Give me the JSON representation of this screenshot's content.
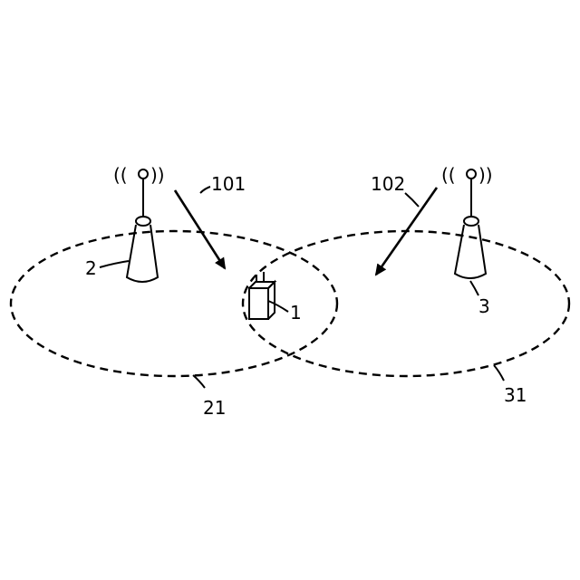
{
  "labels": {
    "terminal": "1",
    "base_station_a": "2",
    "base_station_b": "3",
    "coverage_a": "21",
    "coverage_b": "31",
    "signal_a": "101",
    "signal_b": "102"
  },
  "antenna_waves": {
    "left": "((",
    "right": "))"
  }
}
